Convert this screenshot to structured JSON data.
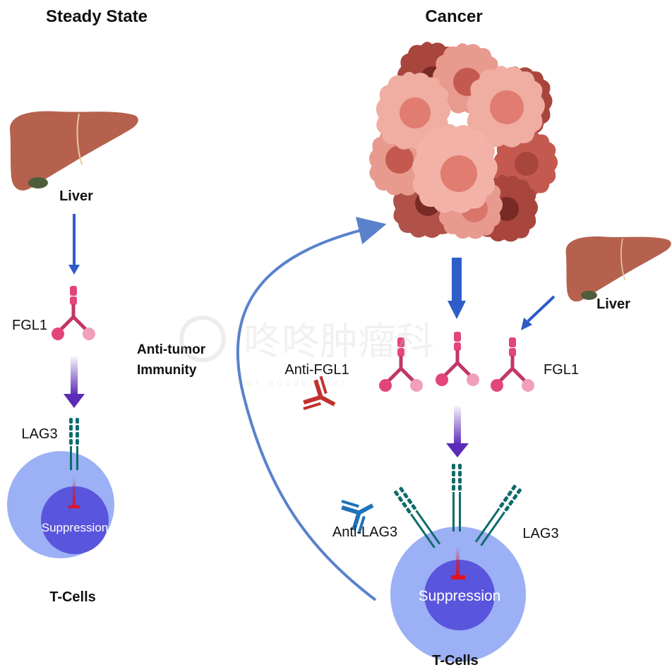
{
  "panels": {
    "steady_state": {
      "title": "Steady State",
      "liver_label": "Liver",
      "ligand_label": "FGL1",
      "receptor_label": "LAG3",
      "cell_inner_label": "Suppression",
      "cell_label": "T-Cells"
    },
    "cancer": {
      "title": "Cancer",
      "liver_label": "Liver",
      "ligand_label": "FGL1",
      "anti_fgl1_label": "Anti-FGL1",
      "anti_lag3_label": "Anti-LAG3",
      "receptor_label": "LAG3",
      "cell_inner_label": "Suppression",
      "cell_label": "T-Cells",
      "feedback_label_line1": "Anti-tumor",
      "feedback_label_line2": "Immunity"
    }
  },
  "watermark": {
    "text": "咚咚肿瘤科",
    "subtext": "d r .   w o o d p e c k e r"
  },
  "colors": {
    "liver": "#b5614e",
    "liver_dark": "#8c4a3a",
    "gall": "#4f5e3a",
    "arrow_blue": "#2e5cc8",
    "arrow_purple": "#5b2bb6",
    "fgl1_stem": "#c2366a",
    "fgl1_dark": "#e2457c",
    "fgl1_light": "#f0a0b8",
    "lag3": "#0f6b6b",
    "antibody_red": "#c0302e",
    "antibody_blue": "#1f72b8",
    "cell_outer": "#9bb0f5",
    "cell_inner": "#5a55dd",
    "inhibit_red": "#e0141e",
    "feedback_curve": "#5a82cc",
    "tumor_light": "#eea59a",
    "tumor_mid": "#d9756a",
    "tumor_dark": "#a8463d"
  }
}
